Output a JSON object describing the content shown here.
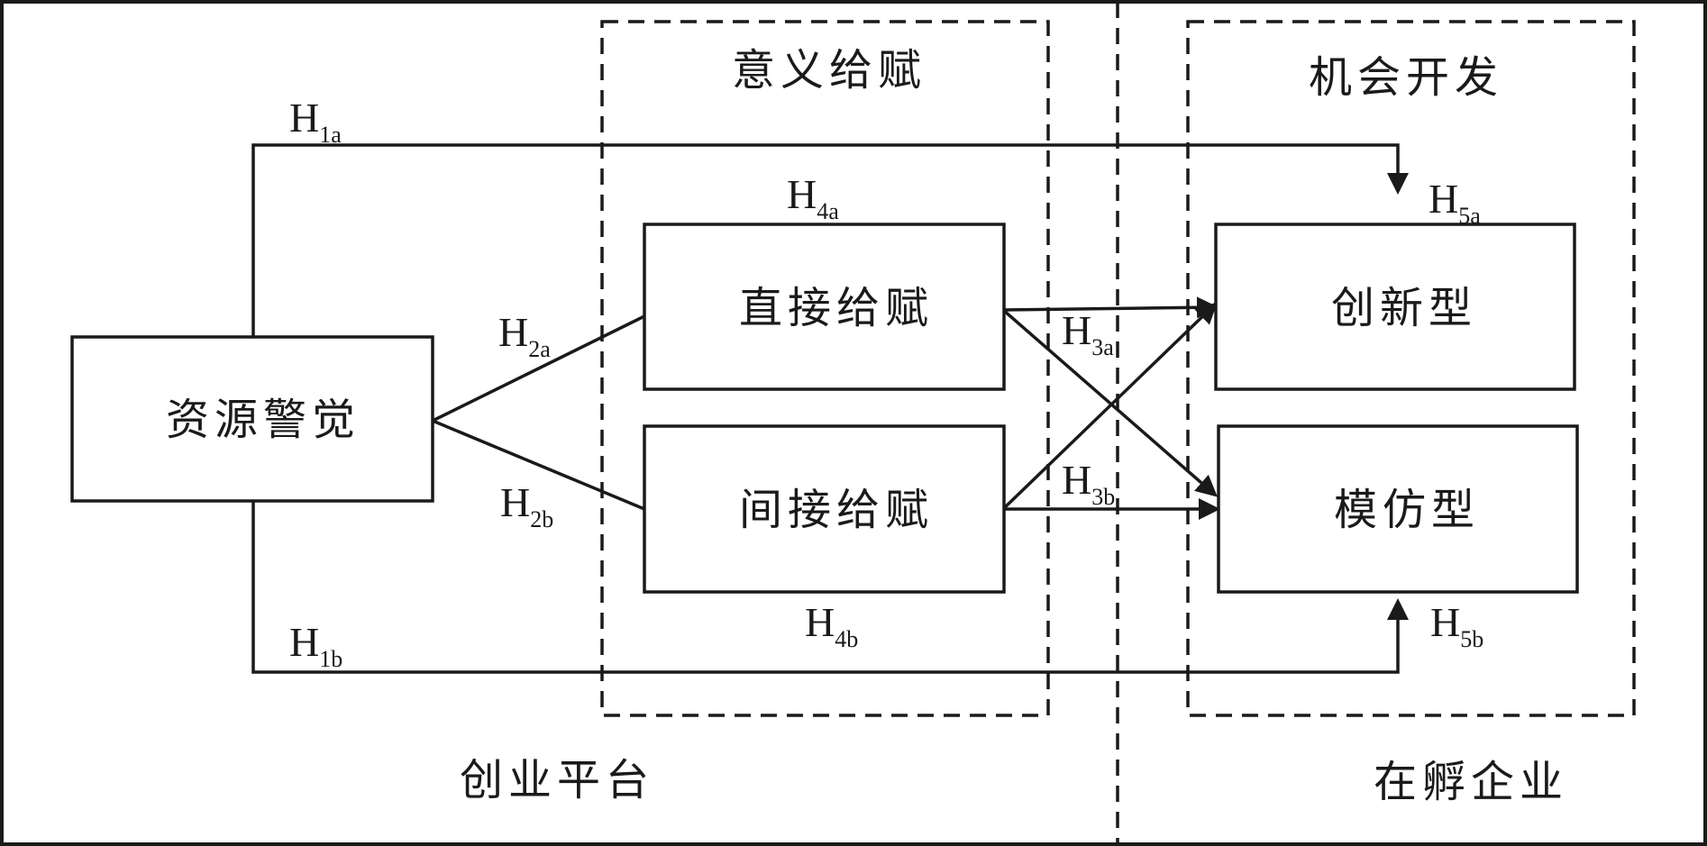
{
  "regions": {
    "platform": "创业平台",
    "enterprise": "在孵企业",
    "sense_giving": "意义给赋",
    "opportunity": "机会开发"
  },
  "nodes": {
    "resource_alertness": "资源警觉",
    "direct_giving": "直接给赋",
    "indirect_giving": "间接给赋",
    "innovative": "创新型",
    "imitative": "模仿型"
  },
  "hypotheses": {
    "h1a": {
      "main": "H",
      "sub": "1a"
    },
    "h1b": {
      "main": "H",
      "sub": "1b"
    },
    "h2a": {
      "main": "H",
      "sub": "2a"
    },
    "h2b": {
      "main": "H",
      "sub": "2b"
    },
    "h3a": {
      "main": "H",
      "sub": "3a"
    },
    "h3b": {
      "main": "H",
      "sub": "3b"
    },
    "h4a": {
      "main": "H",
      "sub": "4a"
    },
    "h4b": {
      "main": "H",
      "sub": "4b"
    },
    "h5a": {
      "main": "H",
      "sub": "5a"
    },
    "h5b": {
      "main": "H",
      "sub": "5b"
    }
  },
  "colors": {
    "stroke": "#1a1a1a",
    "background": "#ffffff"
  }
}
